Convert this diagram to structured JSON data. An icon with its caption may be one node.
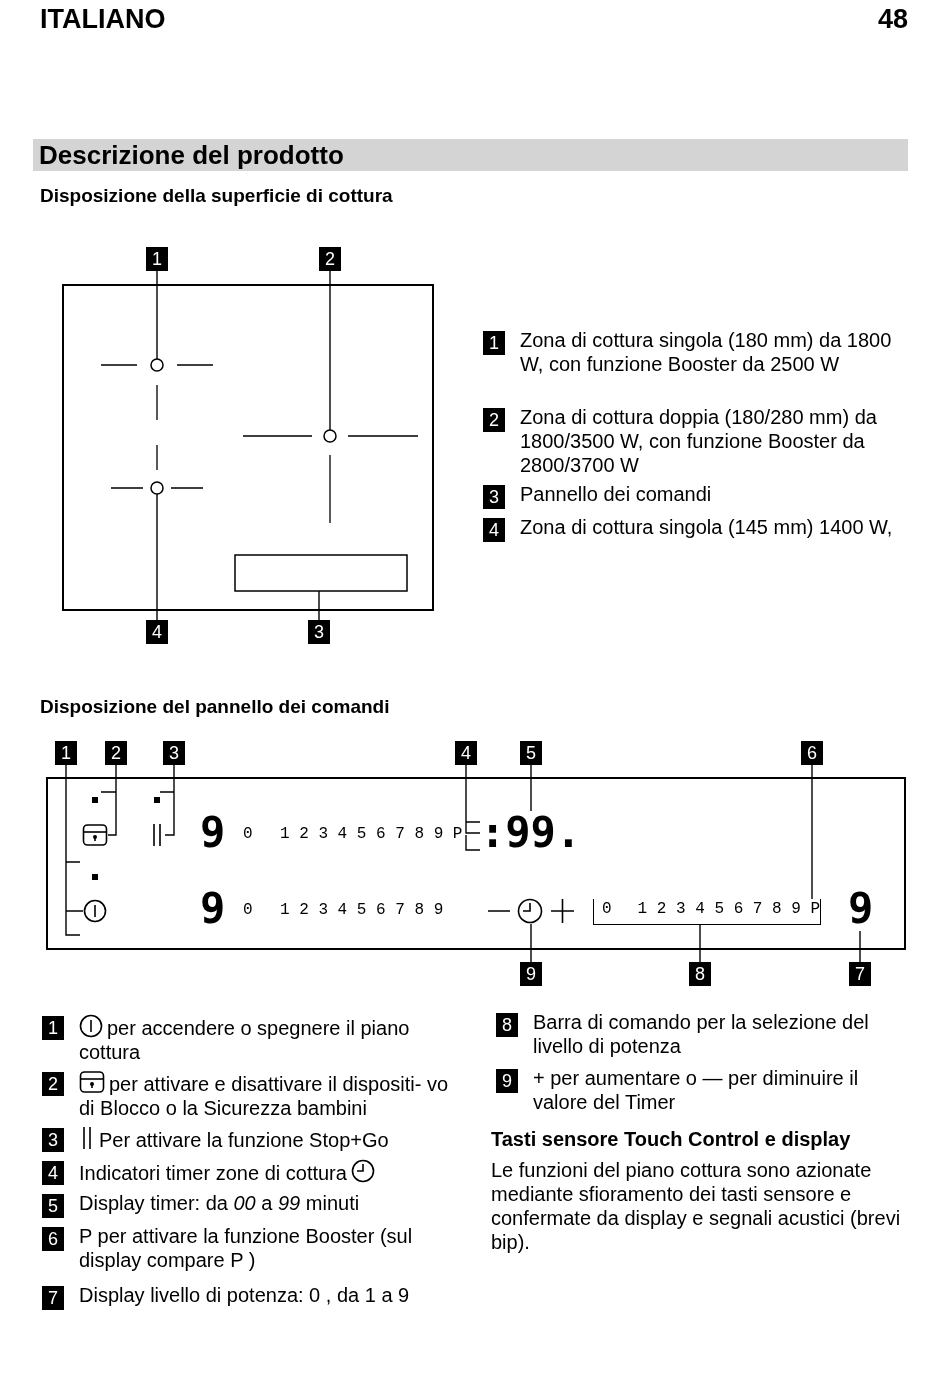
{
  "diagram": {
    "title": "Descrizione del prodotto",
    "nodes": [
      {
        "text": [
          "1"
        ]
      },
      {
        "text": [
          "2"
        ]
      },
      {
        "text": [
          "3"
        ]
      },
      {
        "text": [
          "4"
        ]
      },
      {
        "text": [],
        "shape": "circle"
      },
      {
        "text": [],
        "shape": "circle"
      },
      {
        "text": [],
        "shape": "circle"
      },
      {
        "text": [],
        "shape": "box"
      },
      {
        "text": [
          "1"
        ],
        "beside": [
          "Zona di cottura singola (180 mm) da 1800 W, con funzione Booster da 2500 W"
        ]
      },
      {
        "text": [
          "2"
        ],
        "beside": [
          "Zona di cottura doppia (180/280 mm) da 1800/3500 W, con funzione Booster da 2800/3700 W"
        ]
      },
      {
        "text": [
          "3"
        ],
        "beside": [
          "Pannello dei comandi"
        ]
      },
      {
        "text": [
          "4"
        ],
        "beside": [
          "Zona di cottura singola (145 mm) 1400 W,"
        ]
      },
      {
        "text": [
          "1"
        ]
      },
      {
        "text": [
          "2"
        ]
      },
      {
        "text": [
          "3"
        ]
      },
      {
        "text": [
          "4"
        ]
      },
      {
        "text": [
          "5"
        ]
      },
      {
        "text": [
          "6"
        ]
      },
      {
        "text": [
          "7"
        ]
      },
      {
        "text": [
          "8"
        ]
      },
      {
        "text": [
          "9"
        ]
      },
      {
        "text": [],
        "shape": "circle"
      },
      {
        "text": [],
        "shape": "box"
      },
      {
        "text": [],
        "shape": "bar"
      },
      {
        "text": [
          ":99."
        ]
      },
      {
        "text": [
          "0",
          "1 2 3 4 5 6 7 8 9 P"
        ]
      },
      {
        "text": [
          "9"
        ]
      },
      {
        "text": [],
        "shape": "circle"
      },
      {
        "text": [
          "1"
        ],
        "beside": [
          "per accendere o spegnere il piano cottura"
        ]
      },
      {
        "text": [
          "2"
        ],
        "beside": [
          "per attivare e disattivare il dispositi- vo di Blocco o la Sicurezza bambini"
        ]
      },
      {
        "text": [
          "3"
        ],
        "beside": [
          "Per attivare la funzione Stop+Go"
        ]
      },
      {
        "text": [
          "4"
        ],
        "beside": [
          "Indicatori timer zone di cottura"
        ]
      },
      {
        "text": [
          "5"
        ],
        "beside": [
          "Display timer: da *00* a *99* minuti"
        ]
      },
      {
        "text": [
          "6"
        ],
        "beside": [
          "P per attivare la funzione Booster (sul display compare P )"
        ]
      },
      {
        "text": [
          "7"
        ],
        "beside": [
          "Display livello di potenza: 0 , da 1 a 9"
        ]
      },
      {
        "text": [
          "8"
        ],
        "beside": [
          "Barra di comando per la selezione del livello di potenza"
        ]
      },
      {
        "text": [
          "9"
        ],
        "beside": [
          "+ per aumentare o — per diminuire il valore del Timer"
        ]
      }
    ],
    "edges": [
      {
        "from": 0,
        "to": 4,
        "arrow": "none"
      },
      {
        "from": 1,
        "to": 5,
        "arrow": "none"
      },
      {
        "from": 2,
        "to": 7,
        "arrow": "none"
      },
      {
        "from": 3,
        "to": 6,
        "arrow": "none"
      },
      {
        "from": 12,
        "to": 21,
        "arrow": "none"
      },
      {
        "from": 13,
        "to": 22,
        "arrow": "none"
      },
      {
        "from": 14,
        "to": 23,
        "arrow": "none"
      },
      {
        "from": 15,
        "to": 24,
        "arrow": "none"
      },
      {
        "from": 16,
        "to": 24,
        "arrow": "none"
      },
      {
        "from": 17,
        "to": 25,
        "arrow": "none"
      },
      {
        "from": 18,
        "to": 26,
        "arrow": "none"
      },
      {
        "from": 19,
        "to": 25,
        "arrow": "none"
      },
      {
        "from": 20,
        "to": 27,
        "arrow": "none"
      }
    ],
    "labels": [
      "ITALIANO",
      "48",
      "Disposizione della superficie di cottura",
      "Disposizione del pannello dei comandi",
      "9",
      "0",
      "1 2 3 4 5 6 7 8 9 P",
      "9",
      "0",
      "1 2 3 4 5 6 7 8 9",
      "Tasti sensore Touch Control e display",
      "Le funzioni del piano cottura sono azionate mediante sfioramento dei tasti sensore e confermate da display e segnali acustici (brevi bip)."
    ]
  }
}
